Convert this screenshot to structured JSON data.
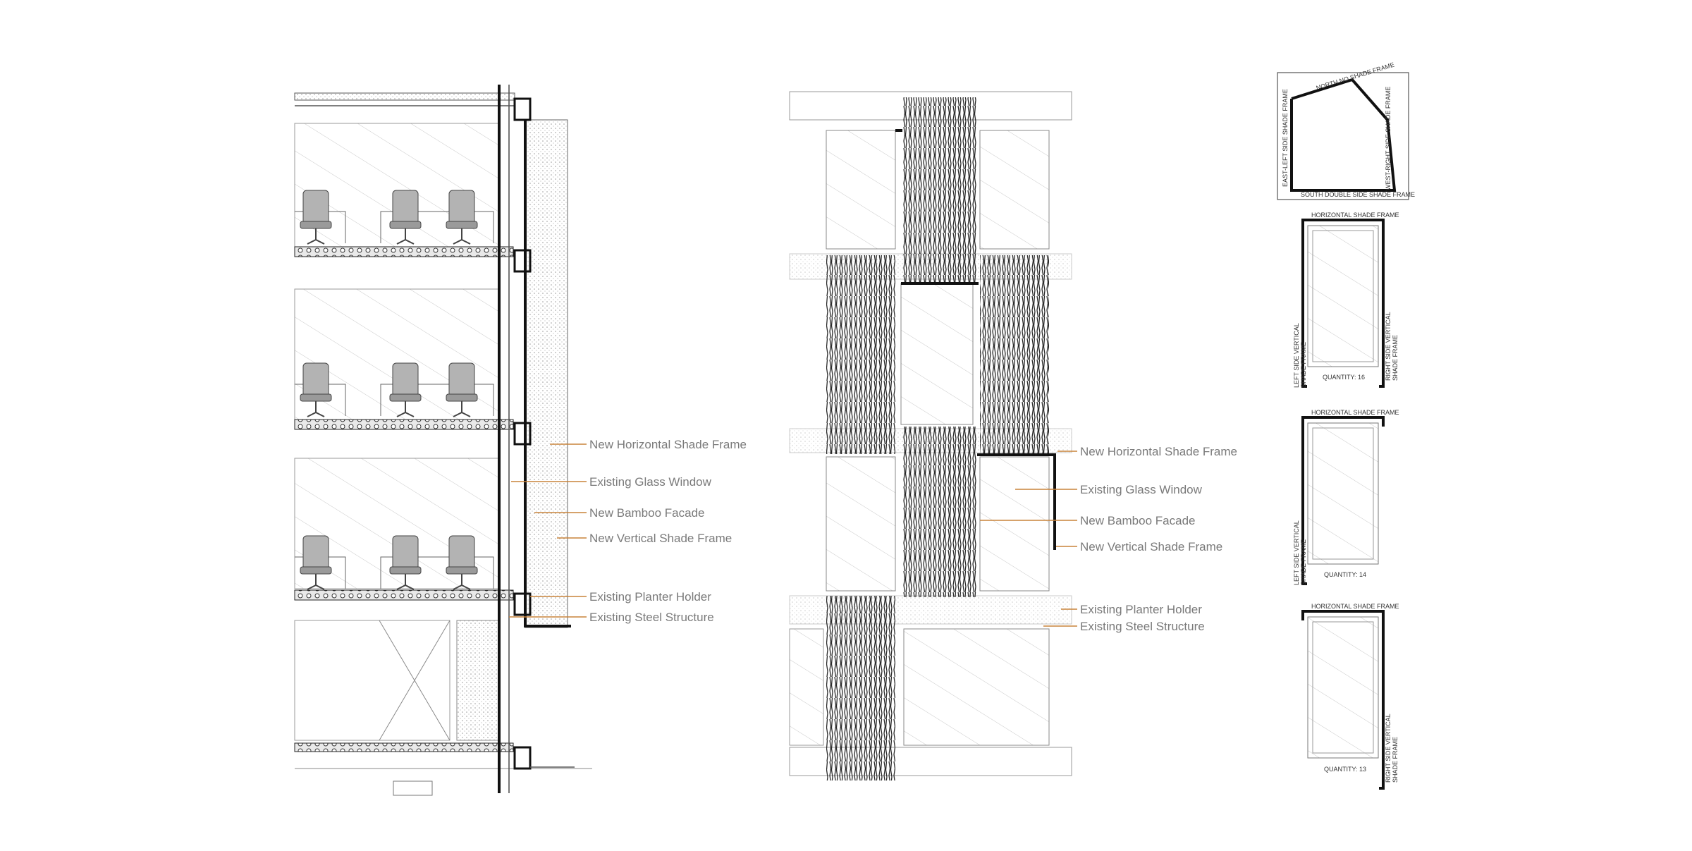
{
  "section_callouts": [
    {
      "id": "h-shade",
      "text": "New Horizontal Shade Frame"
    },
    {
      "id": "glass",
      "text": "Existing Glass Window"
    },
    {
      "id": "bamboo",
      "text": "New Bamboo Facade"
    },
    {
      "id": "v-shade",
      "text": "New Vertical Shade Frame"
    },
    {
      "id": "planter",
      "text": "Existing Planter Holder"
    },
    {
      "id": "steel",
      "text": "Existing Steel Structure"
    }
  ],
  "elevation_callouts": [
    {
      "id": "h-shade",
      "text": "New Horizontal Shade Frame"
    },
    {
      "id": "glass",
      "text": "Existing Glass Window"
    },
    {
      "id": "bamboo",
      "text": "New Bamboo Facade"
    },
    {
      "id": "v-shade",
      "text": "New Vertical Shade Frame"
    },
    {
      "id": "planter",
      "text": "Existing Planter Holder"
    },
    {
      "id": "steel",
      "text": "Existing Steel Structure"
    }
  ],
  "plan_key": {
    "north": "NORTH NO SHADE FRAME",
    "east": "EAST-LEFT SIDE SHADE FRAME",
    "west": "WEST-RIGHT SIDE SHADE FRAME",
    "south": "SOUTH DOUBLE SIDE SHADE FRAME"
  },
  "frame_types": [
    {
      "top": "HORIZONTAL SHADE FRAME",
      "left": [
        "LEFT SIDE VERTICAL",
        "SHADE FRAME"
      ],
      "right": [
        "RIGHT SIDE VERTICAL",
        "SHADE FRAME"
      ],
      "quantity": "QUANTITY: 16"
    },
    {
      "top": "HORIZONTAL SHADE FRAME",
      "left": [
        "LEFT SIDE VERTICAL",
        "SHADE FRAME"
      ],
      "right": null,
      "quantity": "QUANTITY: 14"
    },
    {
      "top": "HORIZONTAL SHADE FRAME",
      "left": null,
      "right": [
        "RIGHT SIDE VERTICAL",
        "SHADE FRAME"
      ],
      "quantity": "QUANTITY: 13"
    }
  ],
  "colors": {
    "leader": "#c8833a",
    "callout_text": "#7a7a7a",
    "line": "#111111"
  }
}
